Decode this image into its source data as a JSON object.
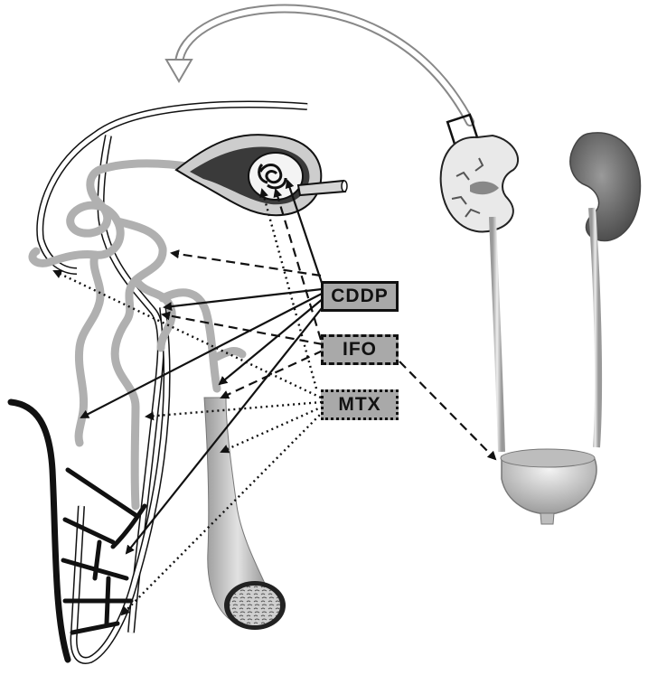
{
  "labels": {
    "cddp": "CDDP",
    "ifo": "IFO",
    "mtx": "MTX"
  },
  "legend_styles": {
    "cddp": "solid",
    "ifo": "dashed",
    "mtx": "dotted"
  },
  "colors": {
    "label_fill": "#a9a9a9",
    "line": "#111111",
    "tubule": "#b0b0b0"
  }
}
